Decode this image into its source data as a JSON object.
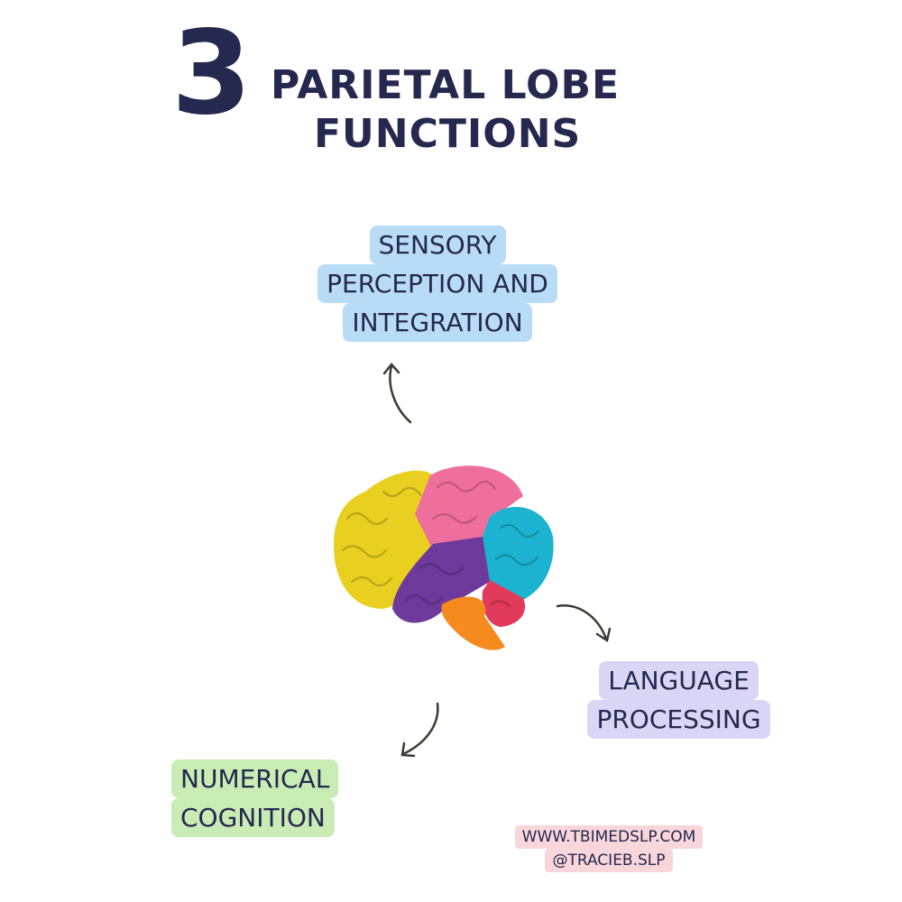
{
  "header": {
    "number": "3",
    "title_line1": "PARIETAL LOBE",
    "title_line2": "FUNCTIONS"
  },
  "labels": {
    "sensory": [
      "SENSORY",
      "PERCEPTION AND",
      "INTEGRATION"
    ],
    "language": [
      "LANGUAGE",
      "PROCESSING"
    ],
    "numerical": [
      "NUMERICAL",
      "COGNITION"
    ]
  },
  "footer": {
    "website": "WWW.TBIMEDSLP.COM",
    "handle": "@TRACIEB.SLP"
  },
  "colors": {
    "text": "#25284f",
    "sensory_bg": "#b8dcf5",
    "language_bg": "#d9d6f5",
    "numerical_bg": "#c9ebb4",
    "footer_bg": "#f8d6da",
    "brain_yellow": "#e9cf1f",
    "brain_pink": "#ef6f9c",
    "brain_teal": "#1bb3cf",
    "brain_purple": "#6d3a9c",
    "brain_red": "#e23a5a",
    "brain_orange": "#f58a1f"
  },
  "icons": [
    "brain-illustration",
    "arrow-up-icon",
    "arrow-right-icon",
    "arrow-down-left-icon"
  ]
}
